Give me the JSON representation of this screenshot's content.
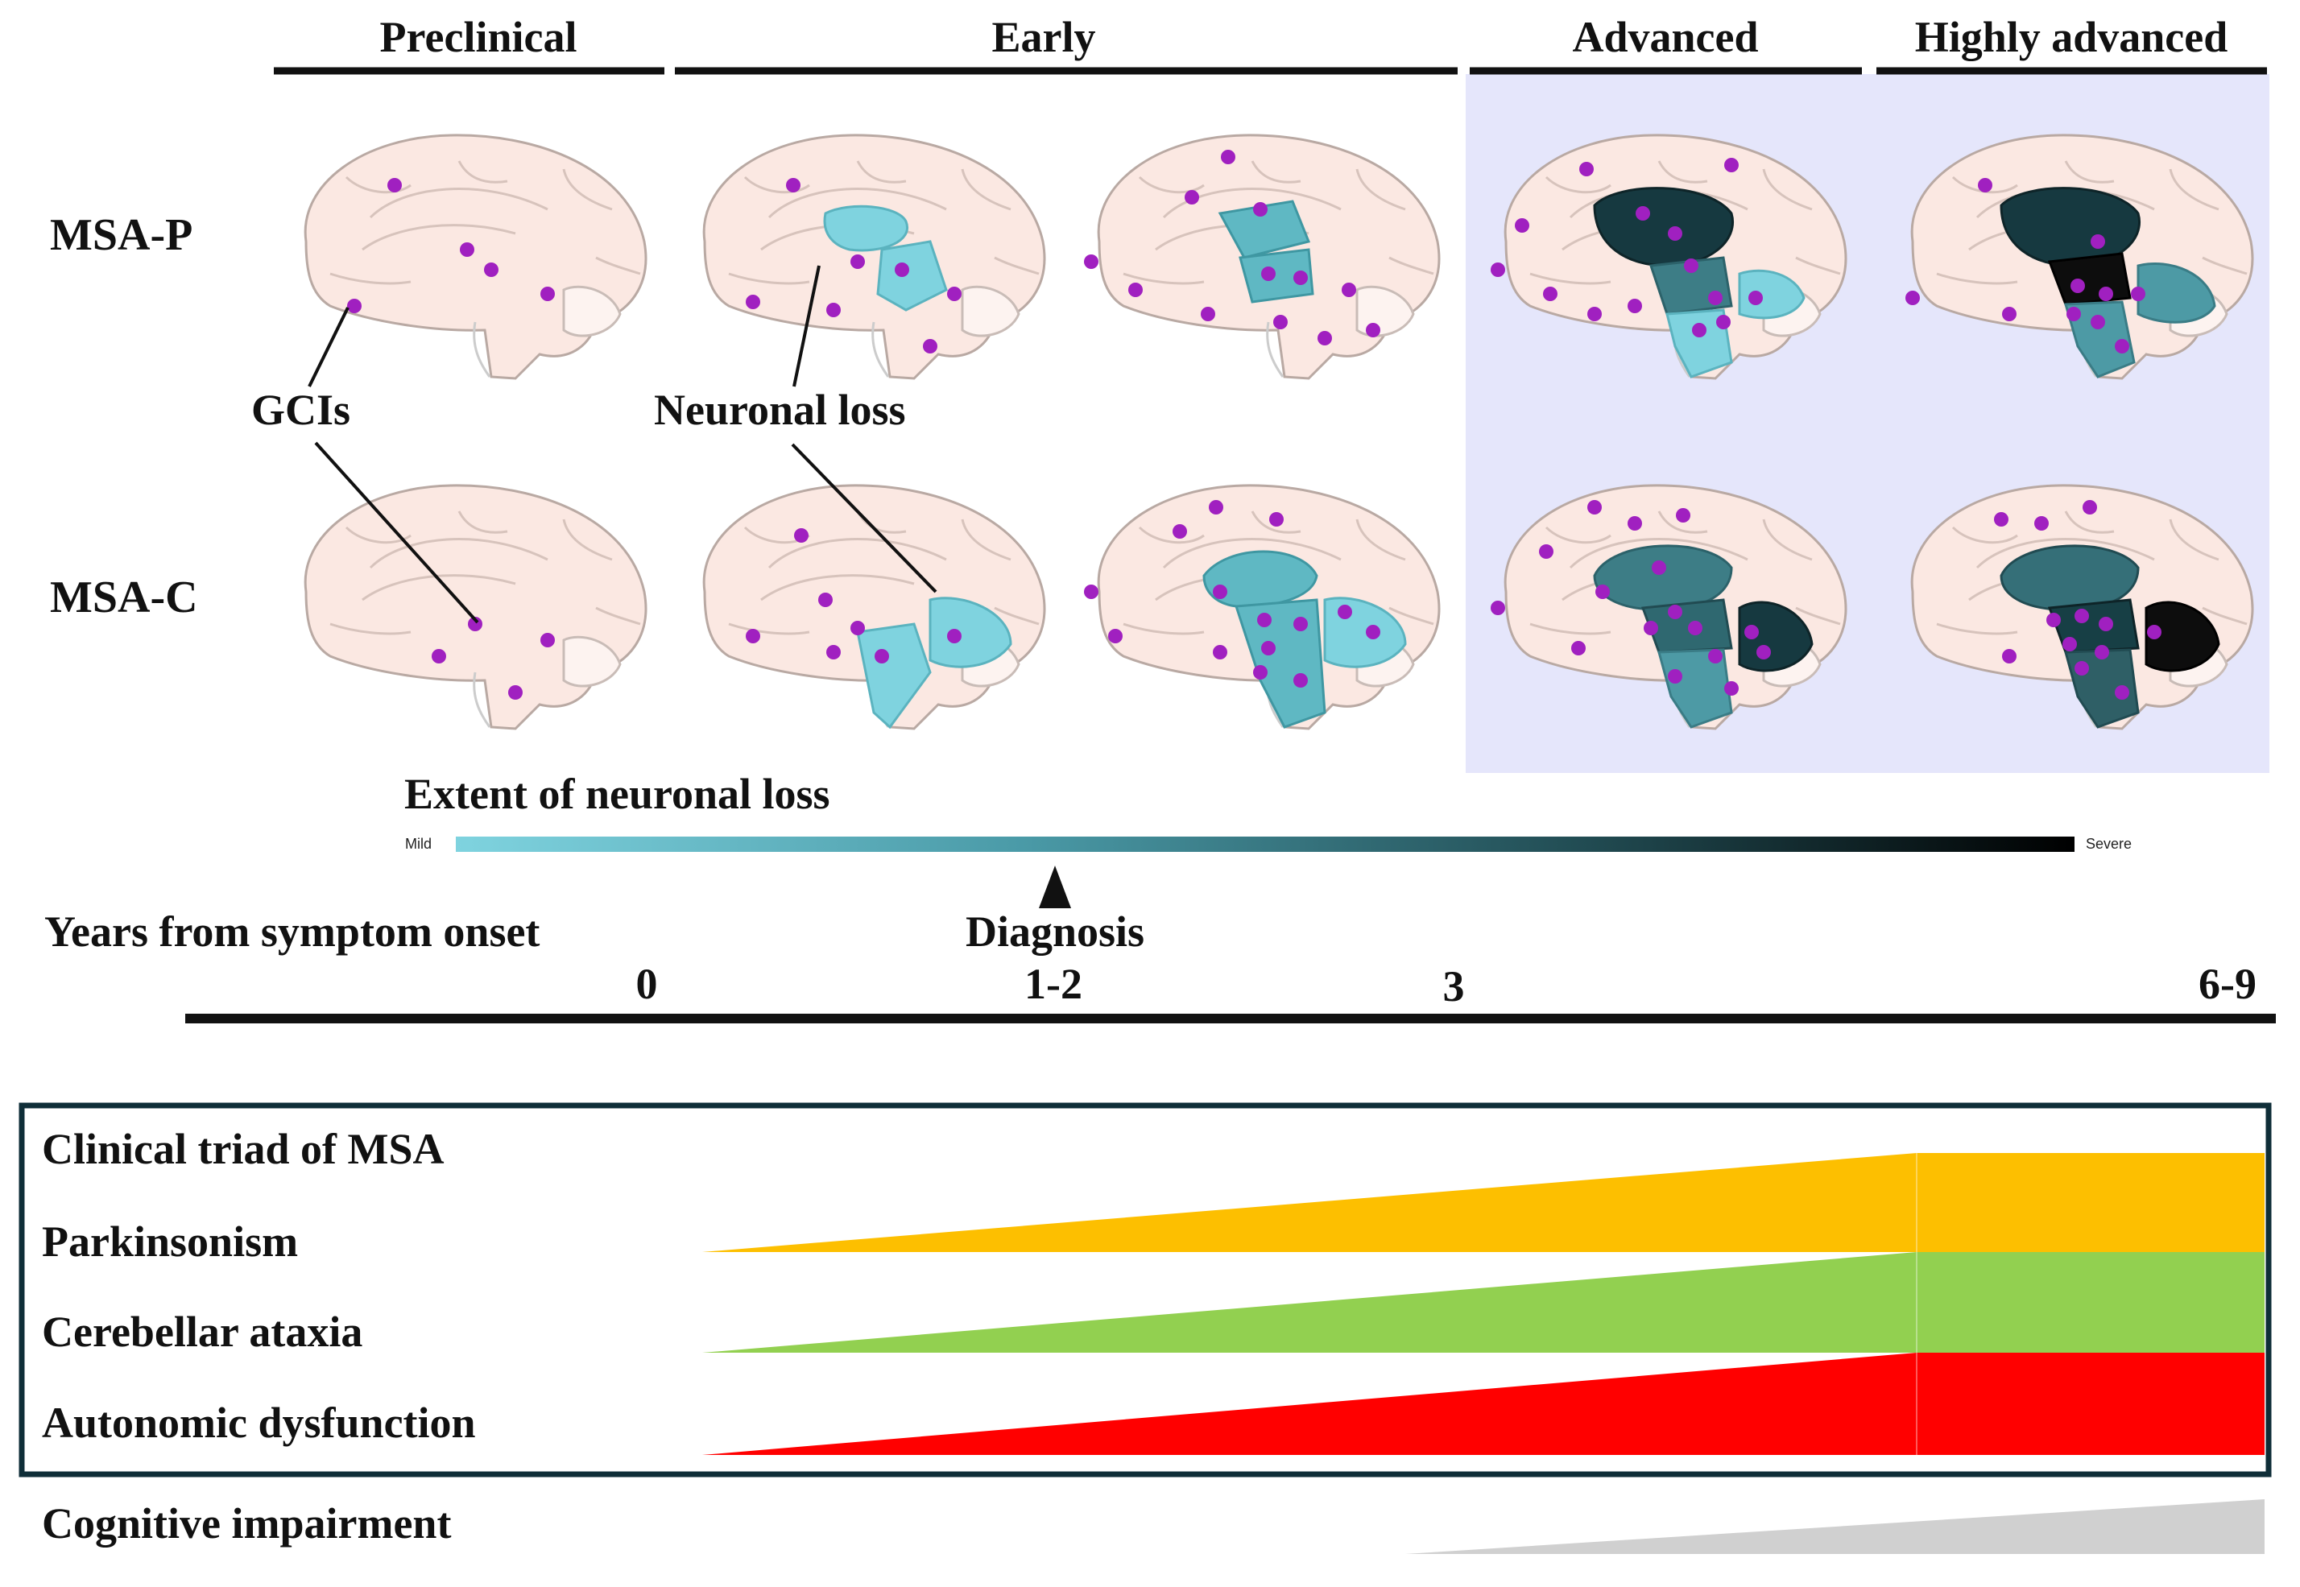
{
  "stages": {
    "preclinical": "Preclinical",
    "early": "Early",
    "advanced": "Advanced",
    "highly_advanced": "Highly advanced"
  },
  "rows": {
    "msa_p": "MSA-P",
    "msa_c": "MSA-C"
  },
  "callouts": {
    "gcis": "GCIs",
    "neuronal_loss": "Neuronal loss"
  },
  "scale": {
    "title": "Extent of neuronal loss",
    "mild": "Mild",
    "severe": "Severe",
    "colors": [
      "#7fd3df",
      "#4a9aa7",
      "#214b52",
      "#000000"
    ]
  },
  "timeline": {
    "title": "Years from symptom onset",
    "diagnosis": "Diagnosis",
    "ticks": [
      "0",
      "1-2",
      "3",
      "6-9"
    ]
  },
  "symptoms": {
    "box_title": "Clinical triad of MSA",
    "parkinsonism": "Parkinsonism",
    "ataxia": "Cerebellar ataxia",
    "autonomic": "Autonomic dysfunction",
    "cognitive": "Cognitive impairment",
    "colors": {
      "parkinsonism": "#fdbf00",
      "ataxia": "#92d050",
      "autonomic": "#ff0000",
      "cognitive": "#d0d0d0"
    }
  },
  "colors": {
    "advanced_panel": "#e5e6fb",
    "gci_dot": "#a020c0",
    "brain_fill": "#fbe8e2"
  }
}
